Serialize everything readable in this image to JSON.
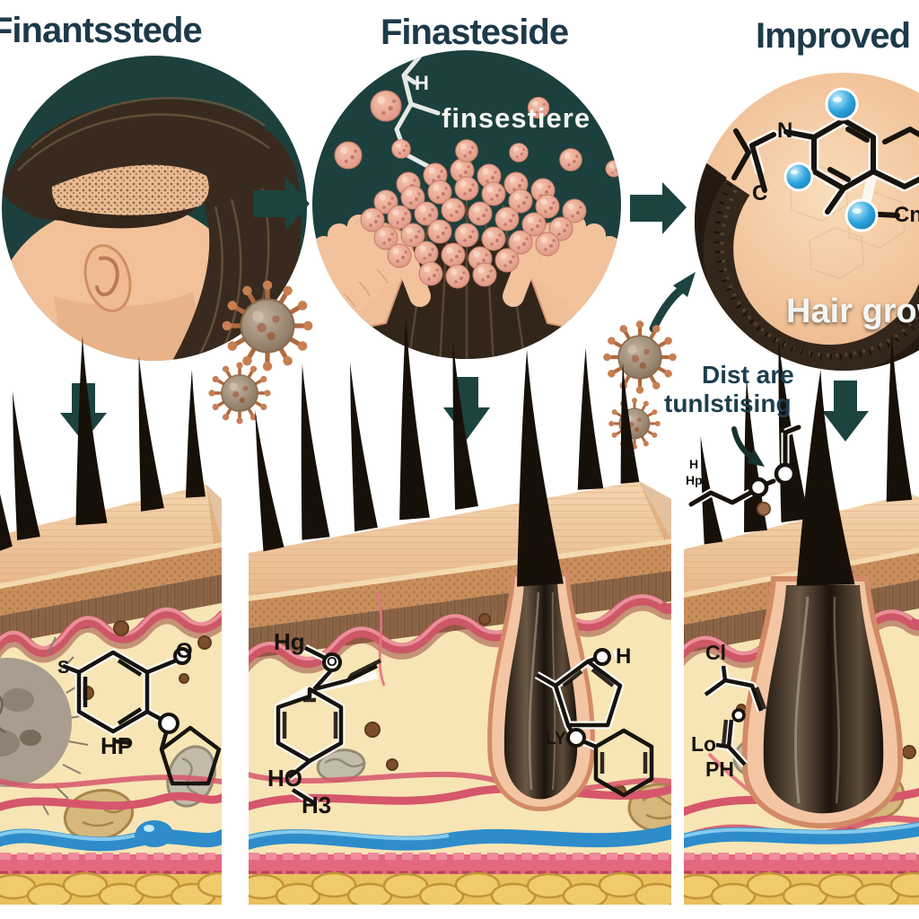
{
  "figure": {
    "titles": {
      "left": "Finantsstede",
      "middle": "Finasteside",
      "right": "Improved hair"
    },
    "stage2_circle": {
      "chem_label_h": "H",
      "drug_name": "finsestiere"
    },
    "stage3_circle": {
      "caption": "Hair grow",
      "atom_n": "N",
      "atom_c": "C",
      "atom_cn": "Cn"
    },
    "annotation": {
      "line1": "Dist are",
      "line2": "tunlstising"
    },
    "surface_structure": {
      "label_h": "H",
      "label_hp": "Hp"
    },
    "panels": [
      {
        "labels": {
          "s": "S",
          "o": "O",
          "hp": "HP"
        }
      },
      {
        "labels": {
          "hg": "Hg",
          "o": "O",
          "ho": "HO",
          "h3": "H3",
          "h": "H",
          "ly": "LY"
        }
      },
      {
        "labels": {
          "cl": "Cl",
          "lo": "Lo",
          "ph": "PH"
        }
      }
    ],
    "colors": {
      "teal": "#1c403d",
      "title_text": "#1d3a49",
      "skin": "#f2c29b",
      "cream": "#f7e5b5",
      "vessel_red": "#d6566b",
      "vessel_blue": "#2e8ccb",
      "fat_yellow": "#e9c05c",
      "granule_pink": "#e8a291",
      "atom_blue": "#2ba3dc",
      "virus_copper": "#b06a3f"
    }
  }
}
